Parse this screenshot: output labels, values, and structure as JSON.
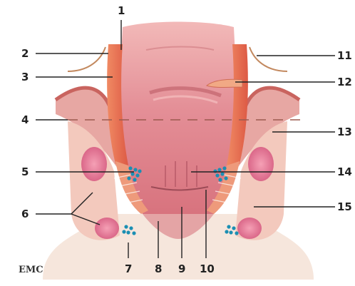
{
  "diagram": {
    "labels": {
      "l1": "1",
      "l2": "2",
      "l3": "3",
      "l4": "4",
      "l5": "5",
      "l6": "6",
      "l7": "7",
      "l8": "8",
      "l9": "9",
      "l10": "10",
      "l11": "11",
      "l12": "12",
      "l13": "13",
      "l14": "14",
      "l15": "15"
    },
    "signature": "EMC",
    "colors": {
      "lumen": "#e79aa0",
      "mucosa_dark": "#cf6b73",
      "muscle": "#e8664a",
      "levator": "#d97a78",
      "fat": "#f3d8c9",
      "sphincter": "#e07692",
      "vessel": "#1b8fb3",
      "skin": "#f6e6dc"
    }
  }
}
